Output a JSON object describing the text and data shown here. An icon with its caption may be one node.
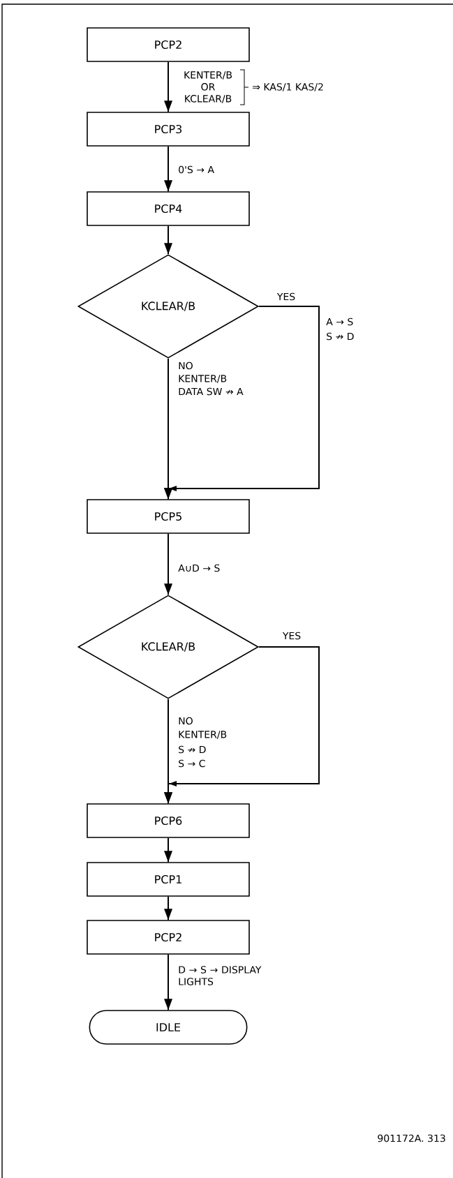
{
  "diagram": {
    "nodes": [
      {
        "text": [
          "PCP2"
        ]
      },
      {
        "text": [
          "PCP3"
        ]
      },
      {
        "text": [
          "PCP4"
        ]
      },
      {
        "text": [
          "KCLEAR/B"
        ]
      },
      {
        "text": [
          "PCP5"
        ]
      },
      {
        "text": [
          "KCLEAR/B"
        ]
      },
      {
        "text": [
          "PCP6"
        ]
      },
      {
        "text": [
          "PCP1"
        ]
      },
      {
        "text": [
          "PCP2"
        ]
      },
      {
        "text": [
          "IDLE"
        ]
      }
    ],
    "edges": [
      {
        "from": 0,
        "to": 1,
        "arrow": "to",
        "label": "KENTER/B OR KCLEAR/B"
      },
      {
        "from": 1,
        "to": 2,
        "arrow": "to",
        "label": "0'S → A"
      },
      {
        "from": 2,
        "to": 3,
        "arrow": "to"
      },
      {
        "from": 3,
        "to": 4,
        "arrow": "to",
        "label": "NO"
      },
      {
        "from": 3,
        "to": 4,
        "arrow": "to",
        "label": "YES"
      },
      {
        "from": 4,
        "to": 5,
        "arrow": "to",
        "label": "A∪D → S"
      },
      {
        "from": 5,
        "to": 6,
        "arrow": "to",
        "label": "NO"
      },
      {
        "from": 5,
        "to": 6,
        "arrow": "to",
        "label": "YES"
      },
      {
        "from": 6,
        "to": 7,
        "arrow": "to"
      },
      {
        "from": 7,
        "to": 8,
        "arrow": "to"
      },
      {
        "from": 8,
        "to": 9,
        "arrow": "to",
        "label": "D → S → DISPLAY LIGHTS"
      }
    ],
    "labels": [
      "⇒ KAS/1 KAS/2",
      "A → S",
      "S ↛ D",
      "KENTER/B",
      "DATA SW ↛ A",
      "KENTER/B",
      "S ↛ D",
      "S → C",
      "901172A. 313"
    ]
  }
}
